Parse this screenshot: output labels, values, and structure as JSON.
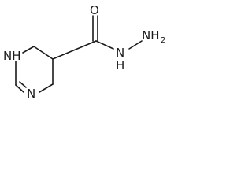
{
  "molecule": {
    "atoms": {
      "nh_ring": "NH",
      "n_ring": "N",
      "o_carbonyl": "O",
      "nh_amide": "N",
      "nh_amide_h": "H",
      "nh2_terminal": "NH",
      "nh2_subscript": "2"
    },
    "bond_color": "#1a1a1a",
    "background": "#ffffff"
  }
}
